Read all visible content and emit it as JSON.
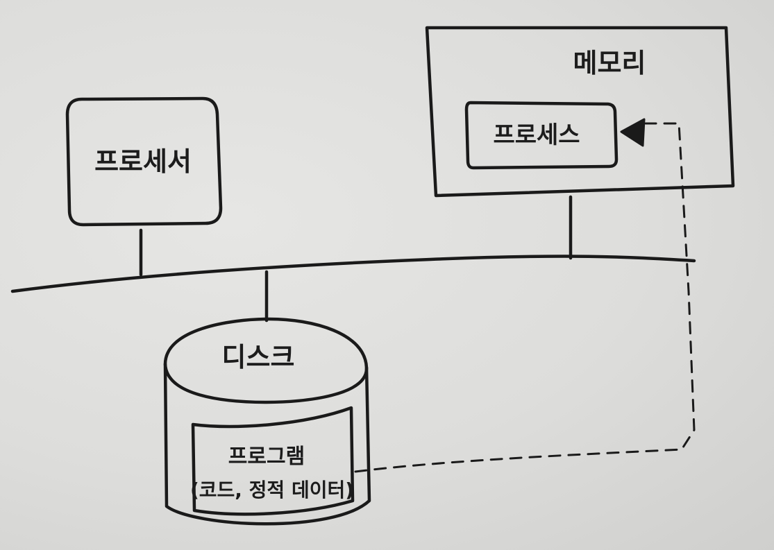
{
  "diagram": {
    "processor": {
      "label": "프로세서"
    },
    "memory": {
      "label": "메모리"
    },
    "process": {
      "label": "프로세스"
    },
    "disk": {
      "label": "디스크"
    },
    "program": {
      "label": "프로그램",
      "detail": "(코드, 정적 데이터)"
    }
  }
}
